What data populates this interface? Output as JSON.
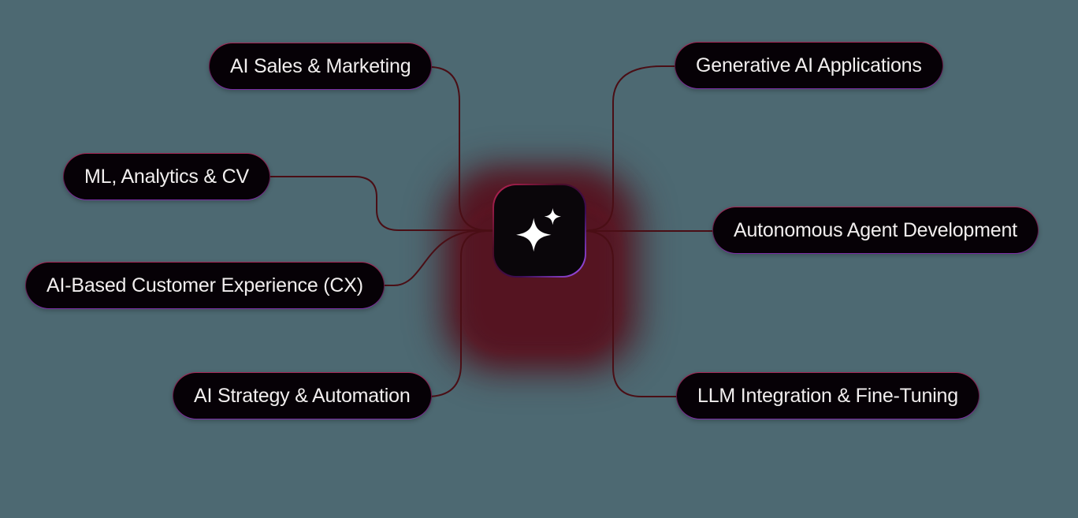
{
  "colors": {
    "background": "#4d6972",
    "connector_line": "#4a0e15",
    "pill_background": "#060106",
    "pill_text": "#f1eeee",
    "pill_border_top": "#a82857",
    "pill_border_bottom": "#7d2fa8",
    "center_glow": "#561120",
    "icon_border_top_left": "#c2265a",
    "icon_border_bottom_right": "#a855f7",
    "sparkle": "#ffffff"
  },
  "center": {
    "icon": "sparkle-icon"
  },
  "nodes": [
    {
      "id": "ai-sales-marketing",
      "label": "AI Sales & Marketing",
      "side": "left"
    },
    {
      "id": "ml-analytics-cv",
      "label": "ML, Analytics & CV",
      "side": "left"
    },
    {
      "id": "ai-based-cx",
      "label": "AI-Based Customer Experience (CX)",
      "side": "left"
    },
    {
      "id": "ai-strategy-automation",
      "label": "AI Strategy & Automation",
      "side": "left"
    },
    {
      "id": "generative-ai-applications",
      "label": "Generative AI Applications",
      "side": "right"
    },
    {
      "id": "autonomous-agent-development",
      "label": "Autonomous Agent Development",
      "side": "right"
    },
    {
      "id": "llm-integration-fine-tuning",
      "label": "LLM Integration & Fine-Tuning",
      "side": "right"
    }
  ]
}
